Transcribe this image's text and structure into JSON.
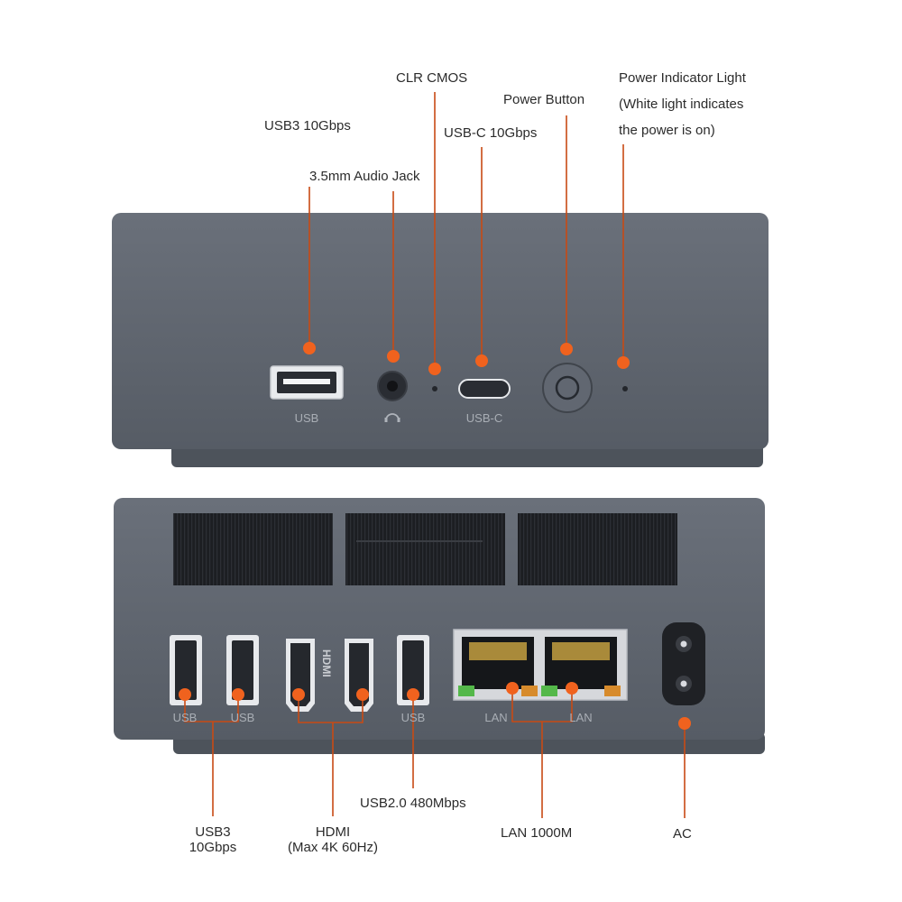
{
  "colors": {
    "accent": "#f0621e",
    "leader": "#c84a14",
    "chassis": "#5b616b",
    "chassis_dark": "#4a5058",
    "port_label": "#a9aeb5"
  },
  "front": {
    "callouts": {
      "usb3": "USB3 10Gbps",
      "audio": "3.5mm Audio Jack",
      "clr_cmos": "CLR CMOS",
      "usb_c": "USB-C 10Gbps",
      "power_button": "Power Button",
      "power_light": "Power Indicator Light\n(White light indicates\nthe power is on)"
    },
    "port_labels": {
      "usb": "USB",
      "usb_c": "USB-C"
    },
    "icons": {
      "usb_port": "usb-a-port-icon",
      "audio": "headphone-icon",
      "power": "power-button-icon"
    }
  },
  "rear": {
    "callouts": {
      "usb3": "USB3\n10Gbps",
      "hdmi": "HDMI\n(Max 4K 60Hz)",
      "usb2": "USB2.0 480Mbps",
      "lan": "LAN 1000M",
      "ac": "AC"
    },
    "port_labels": {
      "usb": "USB",
      "lan": "LAN",
      "hdmi": "HDMI"
    },
    "icons": {
      "vent": "vent-grille",
      "rj45": "rj45-port-icon",
      "ac_socket": "ac-power-socket-icon"
    }
  }
}
